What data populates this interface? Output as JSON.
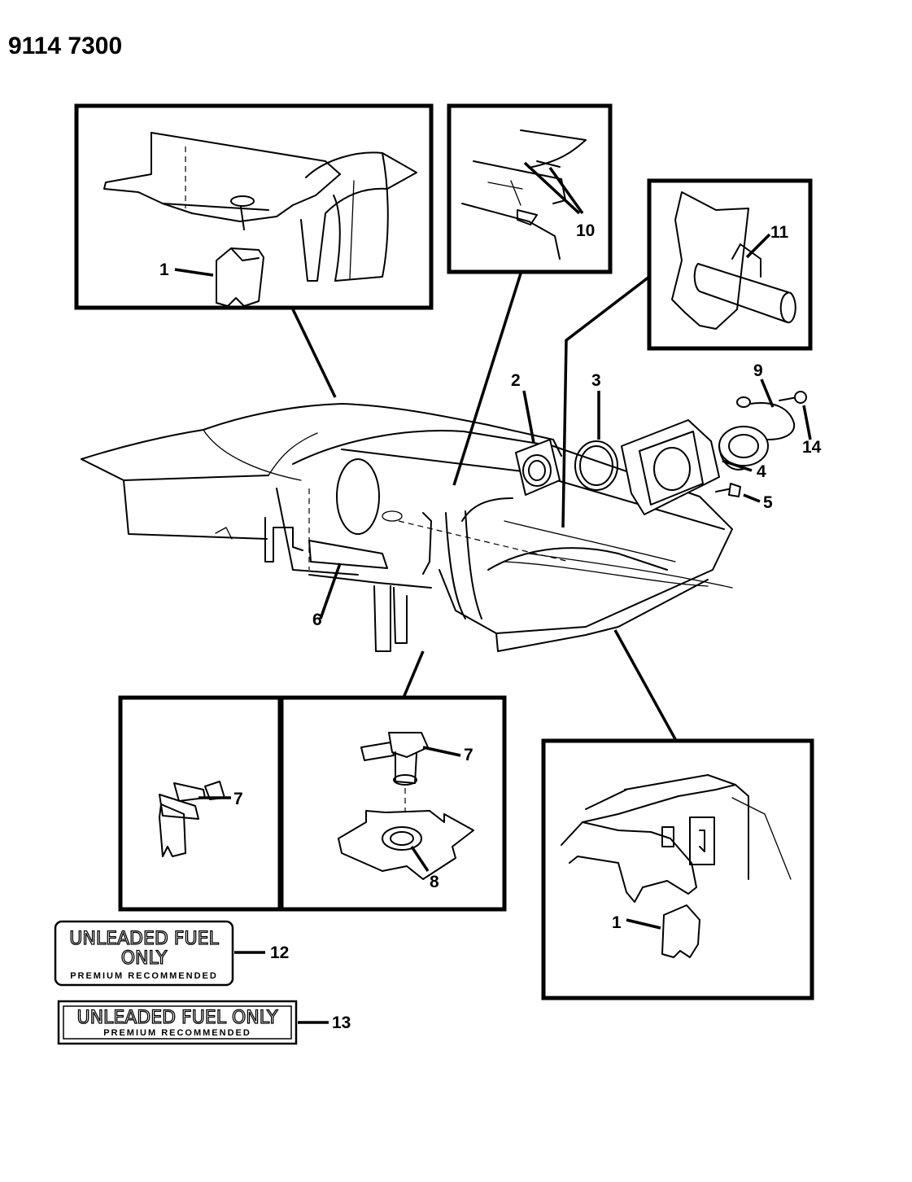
{
  "document_number": "9114 7300",
  "callouts": {
    "c1a": "1",
    "c2": "2",
    "c3": "3",
    "c4": "4",
    "c5": "5",
    "c6": "6",
    "c7a": "7",
    "c7b": "7",
    "c8": "8",
    "c9": "9",
    "c10": "10",
    "c11": "11",
    "c12": "12",
    "c13": "13",
    "c14": "14",
    "c1b": "1"
  },
  "decal_12": {
    "line1": "UNLEADED FUEL",
    "line2": "ONLY",
    "line3": "PREMIUM RECOMMENDED"
  },
  "decal_13": {
    "line1": "UNLEADED FUEL ONLY",
    "line2": "PREMIUM RECOMMENDED"
  }
}
